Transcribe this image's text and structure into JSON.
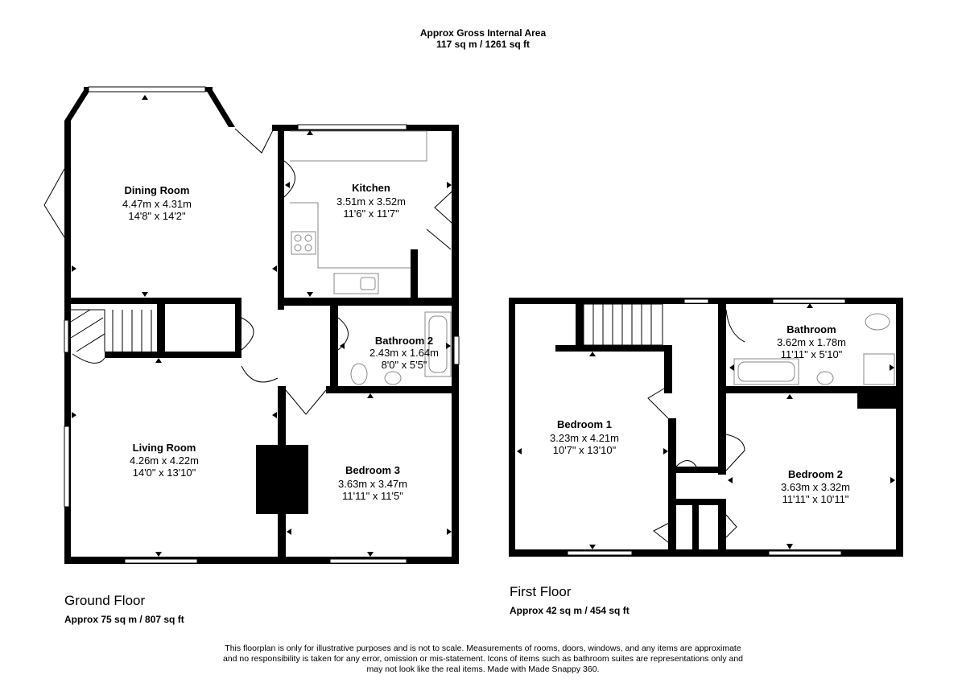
{
  "header": {
    "line1": "Approx Gross Internal Area",
    "line2": "117 sq m / 1261 sq ft"
  },
  "ground_floor": {
    "title": "Ground Floor",
    "area": "Approx 75 sq m / 807 sq ft",
    "rooms": {
      "dining_room": {
        "name": "Dining Room",
        "metric": "4.47m x 4.31m",
        "imperial": "14'8\" x 14'2\""
      },
      "kitchen": {
        "name": "Kitchen",
        "metric": "3.51m x 3.52m",
        "imperial": "11'6\" x 11'7\""
      },
      "bathroom_2": {
        "name": "Bathroom 2",
        "metric": "2.43m x 1.64m",
        "imperial": "8'0\" x 5'5\""
      },
      "living_room": {
        "name": "Living Room",
        "metric": "4.26m x 4.22m",
        "imperial": "14'0\" x 13'10\""
      },
      "bedroom_3": {
        "name": "Bedroom 3",
        "metric": "3.63m x 3.47m",
        "imperial": "11'11\" x 11'5\""
      }
    }
  },
  "first_floor": {
    "title": "First Floor",
    "area": "Approx 42 sq m / 454 sq ft",
    "rooms": {
      "bathroom": {
        "name": "Bathroom",
        "metric": "3.62m x 1.78m",
        "imperial": "11'11\" x 5'10\""
      },
      "bedroom_1": {
        "name": "Bedroom 1",
        "metric": "3.23m x 4.21m",
        "imperial": "10'7\" x 13'10\""
      },
      "bedroom_2": {
        "name": "Bedroom 2",
        "metric": "3.63m x 3.32m",
        "imperial": "11'11\" x 10'11\""
      }
    }
  },
  "disclaimer": {
    "line1": "This floorplan is only for illustrative purposes and is not to scale. Measurements of rooms, doors, windows, and any items are approximate",
    "line2": "and no responsibility is taken for any error, omission or mis-statement. Icons of items such as bathroom suites are representations only and",
    "line3": "may not look like the real items. Made with Made Snappy 360."
  },
  "colors": {
    "wall": "#000000",
    "background": "#ffffff",
    "fixture_line": "#888888"
  }
}
